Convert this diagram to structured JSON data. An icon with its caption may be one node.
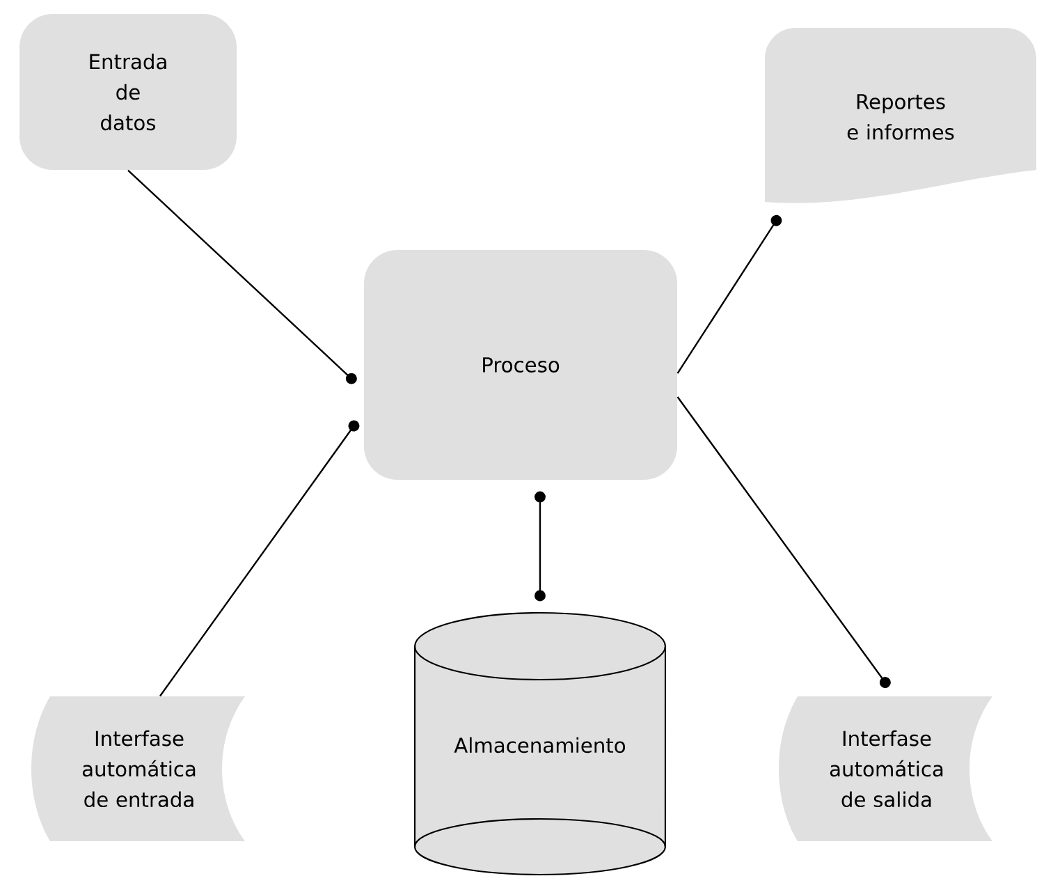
{
  "diagram": {
    "nodes": [
      {
        "text": [
          "Entrada de datos"
        ]
      },
      {
        "text": [
          "Reportes e informes"
        ]
      },
      {
        "text": [
          "Proceso"
        ]
      },
      {
        "text": [
          "Interfase automática de entrada"
        ]
      },
      {
        "text": [
          "Almacenamiento"
        ]
      },
      {
        "text": [
          "Interfase automática de salida"
        ]
      }
    ],
    "edges": [
      {
        "from": 0,
        "to": 2,
        "arrow": "other"
      },
      {
        "from": 3,
        "to": 2,
        "arrow": "other"
      },
      {
        "from": 2,
        "to": 1,
        "arrow": "other"
      },
      {
        "from": 2,
        "to": 4,
        "arrow": "other"
      },
      {
        "from": 2,
        "to": 5,
        "arrow": "other"
      }
    ]
  }
}
